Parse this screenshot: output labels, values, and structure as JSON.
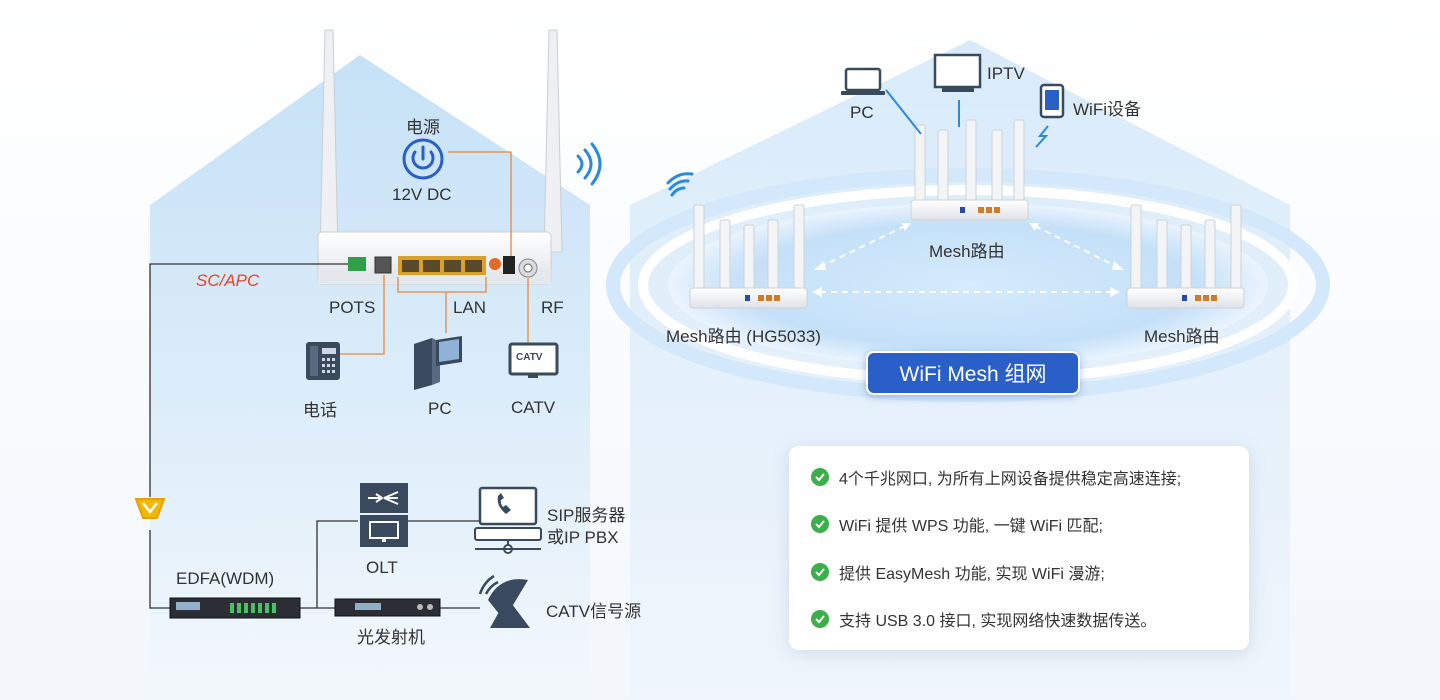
{
  "labels": {
    "power": "电源",
    "power_spec": "12V DC",
    "pots": "POTS",
    "lan": "LAN",
    "rf": "RF",
    "phone": "电话",
    "pc": "PC",
    "catv": "CATV",
    "catv_screen": "CATV",
    "sc_apc": "SC/APC",
    "edfa": "EDFA(WDM)",
    "olt": "OLT",
    "sip_line1": "SIP服务器",
    "sip_line2": "或IP PBX",
    "transmitter": "光发射机",
    "catv_source": "CATV信号源"
  },
  "mesh": {
    "pc": "PC",
    "iptv": "IPTV",
    "wifi_device": "WiFi设备",
    "router_top": "Mesh路由",
    "router_left": "Mesh路由 (HG5033)",
    "router_right": "Mesh路由",
    "badge": "WiFi Mesh 组网"
  },
  "features": [
    "4个千兆网口, 为所有上网设备提供稳定高速连接;",
    "WiFi 提供 WPS 功能, 一键 WiFi 匹配;",
    "提供 EasyMesh 功能, 实现 WiFi 漫游;",
    "支持 USB 3.0 接口, 实现网络快速数据传送。"
  ],
  "colors": {
    "accent_blue": "#2a5fc8",
    "link_orange": "#e8863a",
    "sc_apc_red": "#e8412c",
    "check_green": "#3cae4a",
    "icon_dark": "#3a4a5e"
  }
}
